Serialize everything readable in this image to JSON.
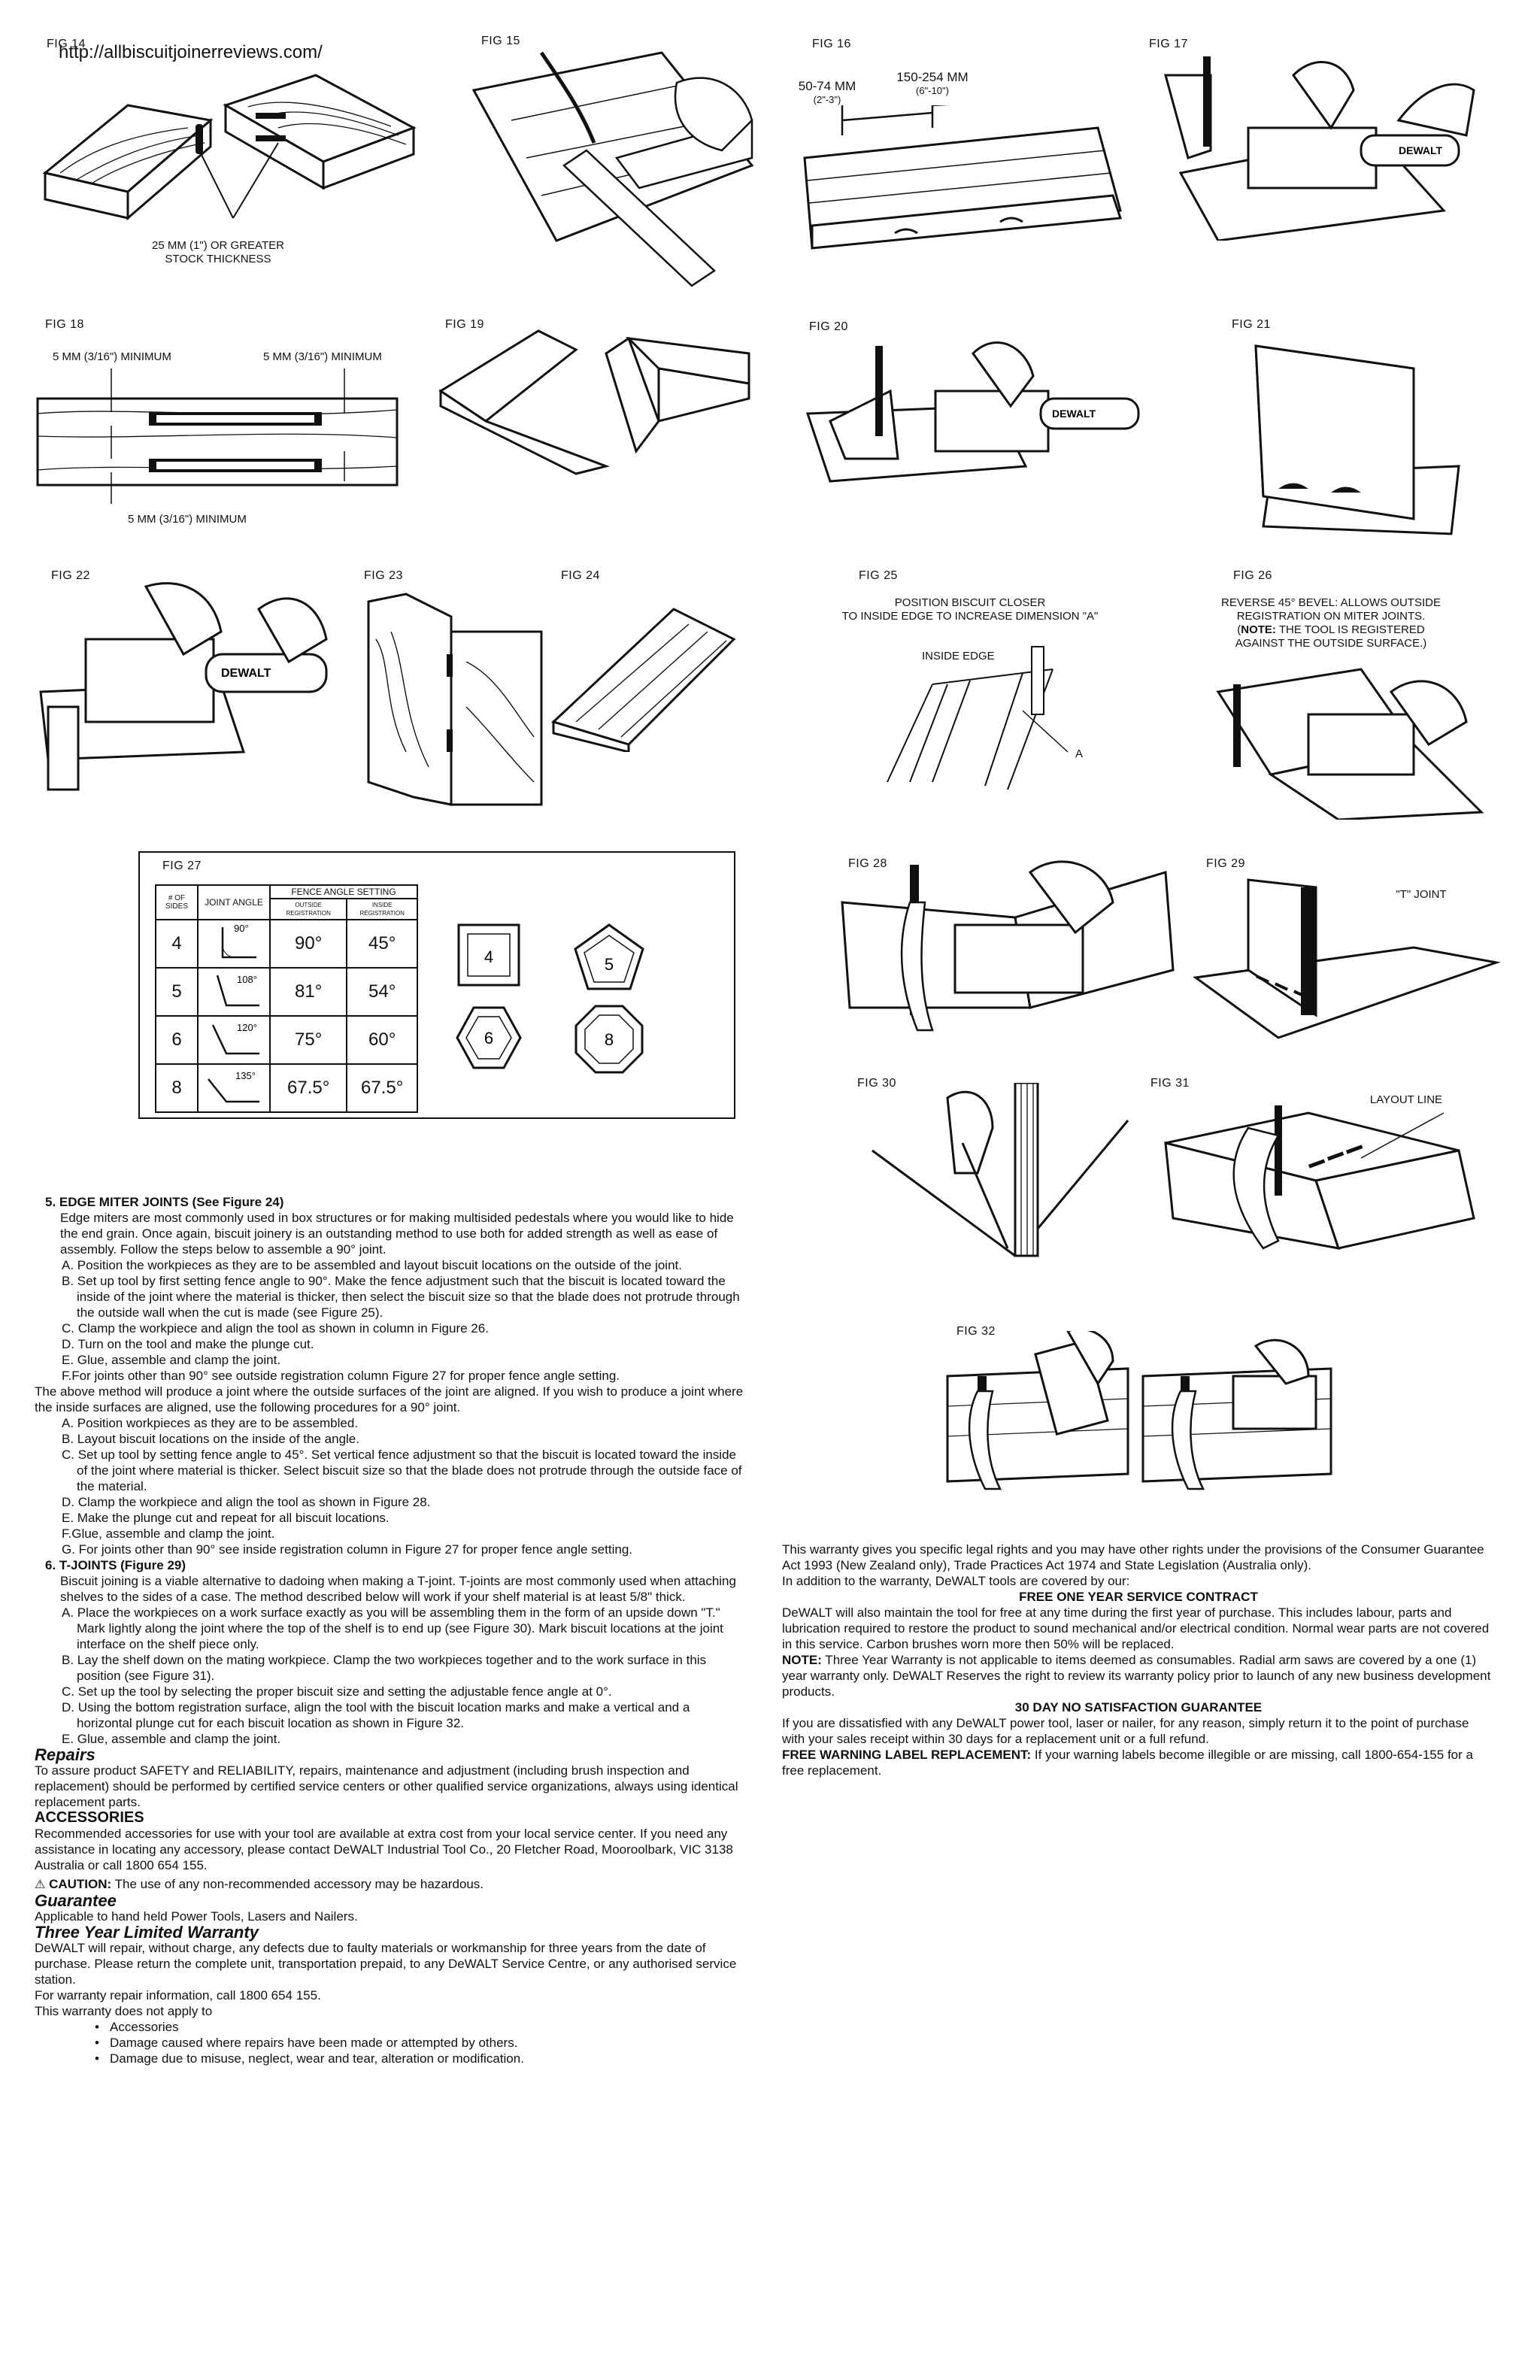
{
  "watermark_url": "http://allbiscuitjoinerreviews.com/",
  "figures": {
    "fig14": {
      "label": "FIG 14",
      "caption_line1": "25 mm (1\") OR GREATER",
      "caption_line2": "STOCK THICKNESS"
    },
    "fig15": {
      "label": "FIG 15"
    },
    "fig16": {
      "label": "FIG 16",
      "dim1": "50-74 mm",
      "dim1_in": "(2\"-3\")",
      "dim2": "150-254 mm",
      "dim2_in": "(6\"-10\")"
    },
    "fig17": {
      "label": "FIG 17"
    },
    "fig18": {
      "label": "FIG 18",
      "min_left": "5 mm (3/16\") MINIMUM",
      "min_right": "5 mm (3/16\") MINIMUM",
      "min_bottom": "5 mm (3/16\") MINIMUM"
    },
    "fig19": {
      "label": "FIG 19"
    },
    "fig20": {
      "label": "FIG 20"
    },
    "fig21": {
      "label": "FIG 21"
    },
    "fig22": {
      "label": "FIG 22"
    },
    "fig23": {
      "label": "FIG 23"
    },
    "fig24": {
      "label": "FIG 24"
    },
    "fig25": {
      "label": "FIG 25",
      "caption_line1": "POSITION BISCUIT CLOSER",
      "caption_line2": "TO INSIDE EDGE TO INCREASE DIMENSION \"A\"",
      "inside_edge": "INSIDE EDGE",
      "a": "A"
    },
    "fig26": {
      "label": "FIG 26",
      "caption_line1": "REVERSE 45° BEVEL: ALLOWS OUTSIDE",
      "caption_line2": "REGISTRATION ON MITER JOINTS.",
      "caption_note_bold": "NOTE:",
      "caption_line3": " THE TOOL IS REGISTERED",
      "caption_line4": "AGAINST THE OUTSIDE SURFACE.)",
      "caption_open": "("
    },
    "fig27": {
      "label": "FIG 27",
      "col_sides": "# OF SIDES",
      "col_angle": "JOINT ANGLE",
      "col_fence": "FENCE ANGLE SETTING",
      "col_outside": "OUTSIDE REGISTRATION",
      "col_inside": "INSIDE REGISTRATION",
      "rows": [
        {
          "sides": "4",
          "angle": "90°",
          "outside": "90°",
          "inside": "45°"
        },
        {
          "sides": "5",
          "angle": "108°",
          "outside": "81°",
          "inside": "54°"
        },
        {
          "sides": "6",
          "angle": "120°",
          "outside": "75°",
          "inside": "60°"
        },
        {
          "sides": "8",
          "angle": "135°",
          "outside": "67.5°",
          "inside": "67.5°"
        }
      ],
      "shapes": [
        "4",
        "5",
        "6",
        "8"
      ]
    },
    "fig28": {
      "label": "FIG 28"
    },
    "fig29": {
      "label": "FIG 29",
      "t_joint": "\"T\" JOINT"
    },
    "fig30": {
      "label": "FIG 30"
    },
    "fig31": {
      "label": "FIG 31",
      "layout_line": "LAYOUT LINE"
    },
    "fig32": {
      "label": "FIG 32"
    }
  },
  "left_text": {
    "s5_title": "5.  EDGE MITER JOINTS (See Figure 24)",
    "s5_intro": "Edge miters are most commonly used in box structures or for making multisided pedestals where you would like to hide the end grain. Once again, biscuit joinery is an outstanding method to use both for added strength as well as ease of assembly. Follow the steps below to assemble a 90° joint.",
    "s5_a": "A. Position the workpieces as they are to be assembled and layout biscuit locations on the outside of the joint.",
    "s5_b": "B. Set up tool by first setting fence angle to 90°. Make the fence adjustment such that the biscuit is located toward the inside of the joint where the material is thicker, then select the biscuit size so that the blade does not protrude through the outside wall when the cut is made (see Figure 25).",
    "s5_c": "C. Clamp the workpiece and align the tool as shown in column in Figure 26.",
    "s5_d": "D. Turn on the tool and make the plunge cut.",
    "s5_e": "E. Glue, assemble and clamp the joint.",
    "s5_f": "F.For joints other than 90° see outside registration column Figure 27 for proper fence angle setting.",
    "s5_mid": "The above method will produce a joint where the outside surfaces of the joint are aligned. If you wish to produce a joint where the inside surfaces are aligned, use the following procedures for a 90° joint.",
    "s5_a2": "A. Position workpieces as they are to be assembled.",
    "s5_b2": "B. Layout biscuit locations on the inside of the angle.",
    "s5_c2": "C. Set up tool by setting fence angle to 45°. Set vertical fence adjustment so that the biscuit is located toward the inside of the joint where material is thicker. Select biscuit size so that the blade does not protrude through the outside face of the material.",
    "s5_d2": "D. Clamp the workpiece and align the tool as shown in Figure 28.",
    "s5_e2": "E. Make the plunge cut and repeat for all biscuit locations.",
    "s5_f2": "F.Glue, assemble and clamp the joint.",
    "s5_g2": "G. For joints other than 90° see inside registration column in Figure 27 for proper fence angle setting.",
    "s6_title": "6.  T-JOINTS (Figure 29)",
    "s6_intro": "Biscuit joining is a viable alternative to dadoing when making a T-joint. T-joints are most commonly used when attaching shelves to the sides of a case. The method described below will work if your shelf material is at least 5/8\" thick.",
    "s6_a": "A. Place the workpieces on a work surface exactly as you will be assembling them in the form of an upside down \"T.\" Mark lightly along the joint where the top of the shelf is to end up (see Figure 30). Mark biscuit locations at the joint interface on the shelf piece only.",
    "s6_b": "B. Lay the shelf down on the mating workpiece. Clamp the two workpieces together and to the work surface in this position (see Figure 31).",
    "s6_c": "C. Set up the tool by selecting the proper biscuit size and setting the adjustable fence angle at 0°.",
    "s6_d": "D. Using the bottom registration surface, align the tool with the biscuit location marks and make a vertical and a horizontal plunge cut for each biscuit location as shown in Figure 32.",
    "s6_e": "E. Glue, assemble and clamp the joint.",
    "repairs_title": "Repairs",
    "repairs_body": "To assure product SAFETY and RELIABILITY, repairs, maintenance and adjustment (including brush inspection and replacement) should be performed by certified service centers or other qualified service organizations, always using identical replacement parts.",
    "acc_title": "ACCESSORIES",
    "acc_body": "Recommended accessories for use with your tool are available at extra cost from your local service center. If you need any assistance in locating any accessory, please contact DeWALT Industrial Tool Co., 20 Fletcher Road, Mooroolbark, VIC 3138 Australia or call 1800 654 155.",
    "caution_label": "CAUTION:",
    "caution_body": " The use of any non-recommended accessory may be hazardous.",
    "guar_title": "Guarantee",
    "guar_body": "Applicable to hand held Power Tools, Lasers and Nailers.",
    "war_title": "Three Year Limited Warranty",
    "war_body": "DeWALT will repair, without charge, any defects due to faulty materials or workmanship for three years from the date of purchase. Please return the complete unit, transportation prepaid, to any DeWALT Service Centre, or any authorised service station.",
    "war_info": "For warranty repair information, call 1800 654 155.",
    "war_not": "This warranty does not apply to",
    "war_b1": "Accessories",
    "war_b2": "Damage caused where repairs have been made or attempted by others.",
    "war_b3": "Damage due to misuse, neglect, wear and tear, alteration or modification."
  },
  "right_text": {
    "p1": "This warranty gives you specific legal rights and you may have other rights under the provisions of the Consumer Guarantee Act 1993 (New Zealand only), Trade Practices Act 1974 and State Legislation (Australia only).",
    "p2": "In addition to the warranty, DeWALT tools are covered by our:",
    "h1": "FREE ONE YEAR SERVICE CONTRACT",
    "p3": "DeWALT will also maintain the tool for free at any time during the first year of purchase. This includes labour, parts and lubrication required to restore the product to sound mechanical and/or electrical condition. Normal wear parts are not covered in this service. Carbon brushes worn more then 50% will be replaced.",
    "note_label": "NOTE:",
    "note_body": " Three Year Warranty is not applicable to items deemed as consumables. Radial arm saws are covered by a one (1) year warranty only. DeWALT Reserves the right to review its warranty policy prior to launch of any new business development products.",
    "h2": "30 DAY NO SATISFACTION GUARANTEE",
    "p4": "If you are dissatisfied with any DeWALT power tool, laser or nailer, for any reason, simply return it to the point of purchase with your sales receipt within 30 days for a replacement unit or a full refund.",
    "fw_label": "FREE WARNING LABEL REPLACEMENT:",
    "fw_body": " If your warning labels become illegible or are missing, call 1800-654-155 for a free replacement."
  }
}
